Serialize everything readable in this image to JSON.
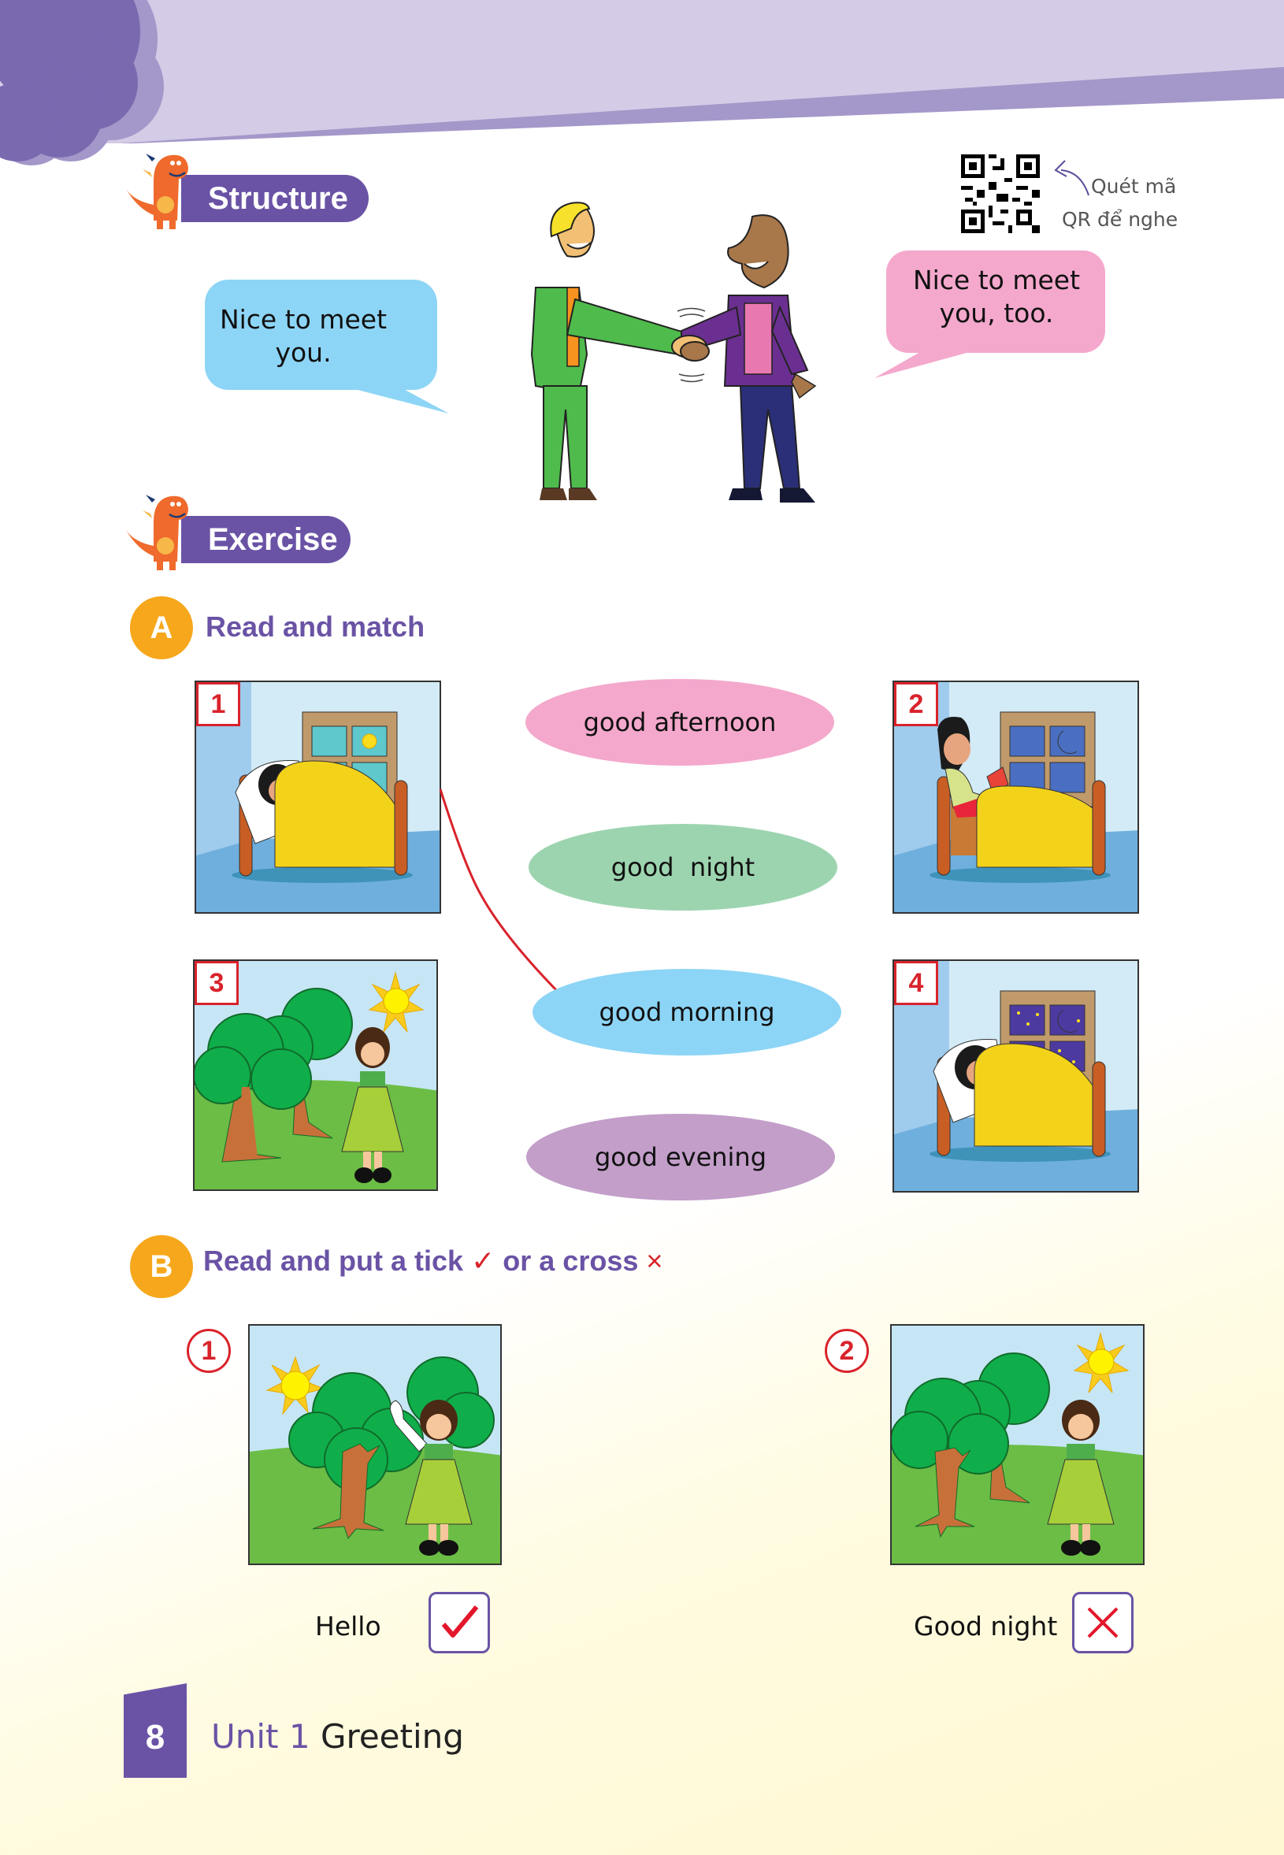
{
  "header": {
    "colors": {
      "banner_light": "#d4cbe6",
      "banner_mid": "#a497c9",
      "cloud": "#7b69b0"
    }
  },
  "structure": {
    "title": "Structure",
    "qr": {
      "line1": "Quét mã",
      "line2": "QR để nghe"
    },
    "bubble_left": {
      "line1": "Nice to meet",
      "line2": "you.",
      "color": "#8dd5f6"
    },
    "bubble_right": {
      "line1": "Nice to meet",
      "line2": "you, too.",
      "color": "#f4a8cc"
    }
  },
  "exercise": {
    "title": "Exercise",
    "part_a": {
      "letter": "A",
      "title": "Read and match",
      "pictures": [
        {
          "num": "1",
          "scene": "girl in bed, daytime window with sun"
        },
        {
          "num": "2",
          "scene": "girl reading in bed, night window with moon"
        },
        {
          "num": "3",
          "scene": "girl standing outdoors by trees, sun"
        },
        {
          "num": "4",
          "scene": "girl sleeping, night window with moon and stars"
        }
      ],
      "options": [
        {
          "label": "good afternoon",
          "color": "#f4a8cc"
        },
        {
          "label": "good  night",
          "color": "#9dd4b0"
        },
        {
          "label": "good morning",
          "color": "#8dd5f6"
        },
        {
          "label": "good evening",
          "color": "#c29ec9"
        }
      ],
      "match_line": {
        "from": "1",
        "to": "good morning",
        "color": "#d9232b"
      }
    },
    "part_b": {
      "letter": "B",
      "title": "Read and put a tick",
      "tick_glyph": "✓",
      "title_mid": "or a cross",
      "cross_glyph": "×",
      "items": [
        {
          "num": "1",
          "label": "Hello",
          "answer": "tick"
        },
        {
          "num": "2",
          "label": "Good night",
          "answer": "cross"
        }
      ]
    }
  },
  "footer": {
    "page": "8",
    "unit": "Unit 1",
    "unit_name": "Greeting"
  }
}
